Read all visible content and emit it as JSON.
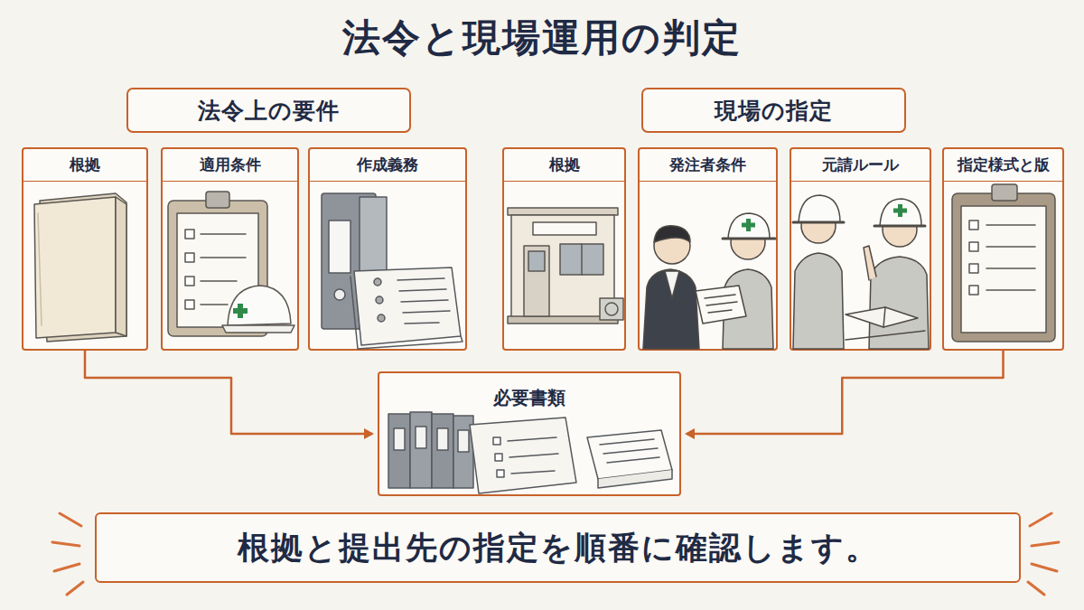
{
  "diagram": {
    "title": "法令と現場運用の判定",
    "nodes": [
      {
        "text": [
          "法令上の要件"
        ]
      },
      {
        "text": [
          "現場の指定"
        ]
      },
      {
        "text": [
          "根拠"
        ]
      },
      {
        "text": [
          "適用条件"
        ]
      },
      {
        "text": [
          "作成義務"
        ]
      },
      {
        "text": [
          "根拠"
        ]
      },
      {
        "text": [
          "発注者条件"
        ]
      },
      {
        "text": [
          "元請ルール"
        ]
      },
      {
        "text": [
          "指定様式と版"
        ]
      },
      {
        "text": [
          "必要書類"
        ]
      },
      {
        "text": [
          "根拠と提出先の指定を順番に確認します。"
        ]
      }
    ],
    "edges": [
      {
        "from": 2,
        "to": 9,
        "arrow": "to"
      },
      {
        "from": 8,
        "to": 9,
        "arrow": "to"
      }
    ]
  }
}
